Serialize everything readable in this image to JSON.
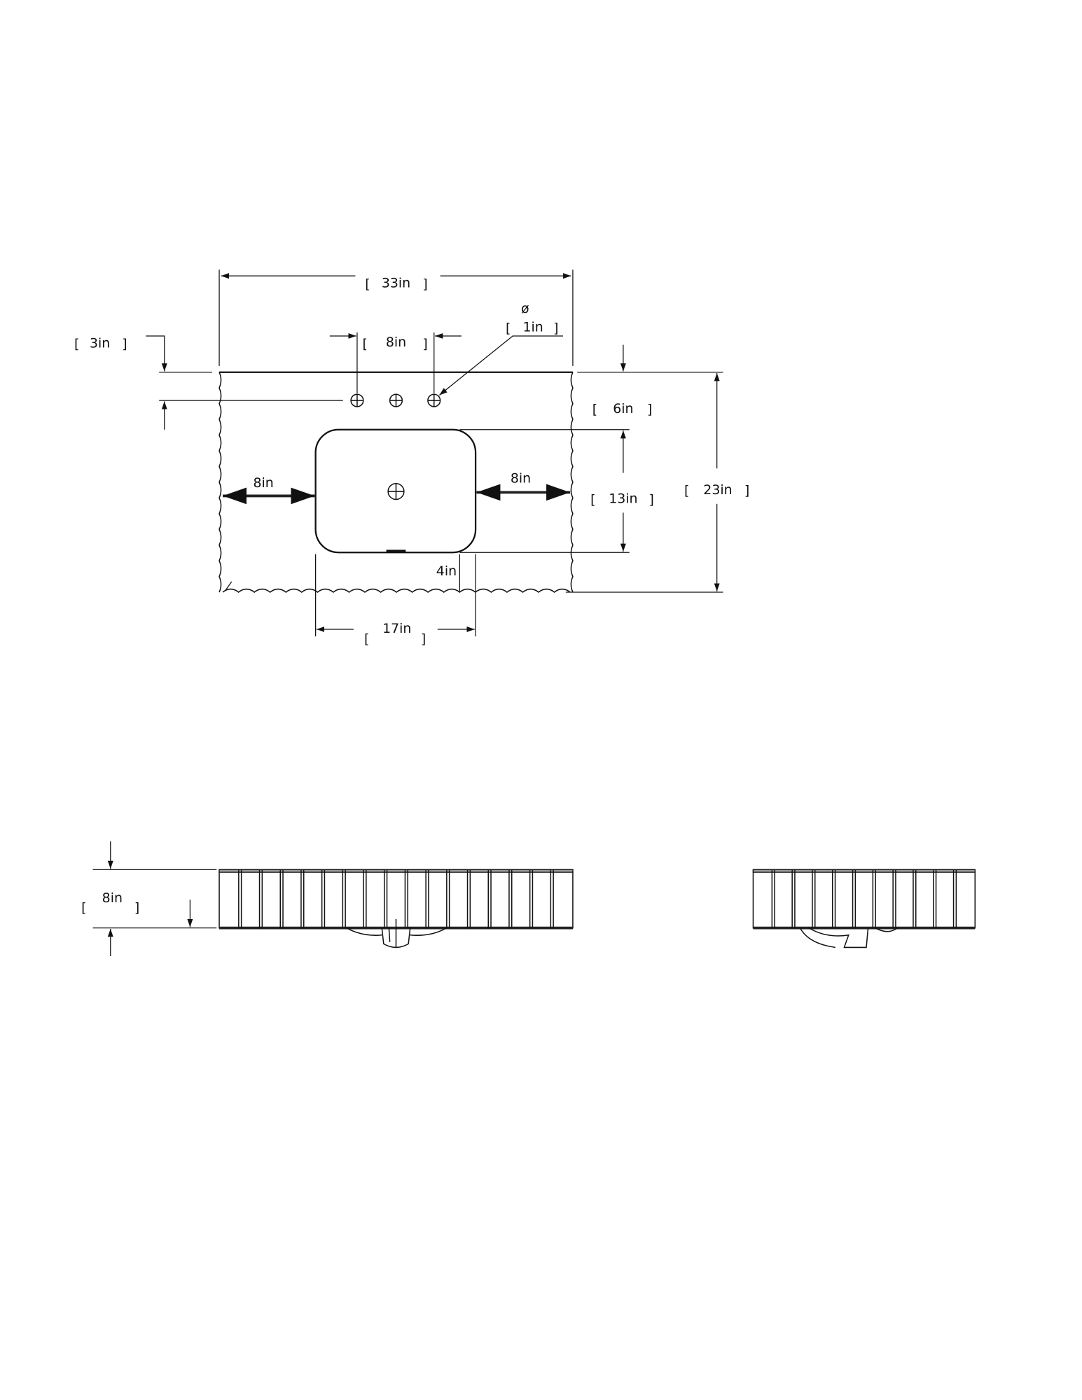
{
  "plan_view": {
    "overall_width": "33in",
    "overall_depth": "23in",
    "faucet_spacing": "8in",
    "hole_diameter_symbol": "ø",
    "hole_diameter": "1in",
    "back_to_faucet_holes": "3in",
    "back_to_basin": "6in",
    "basin_depth": "13in",
    "basin_width": "17in",
    "basin_to_front": "4in",
    "left_side_to_basin": "8in",
    "right_side_to_basin": "8in"
  },
  "front_view": {
    "height": "8in"
  },
  "colors": {
    "line": "#111111",
    "background": "#ffffff"
  }
}
